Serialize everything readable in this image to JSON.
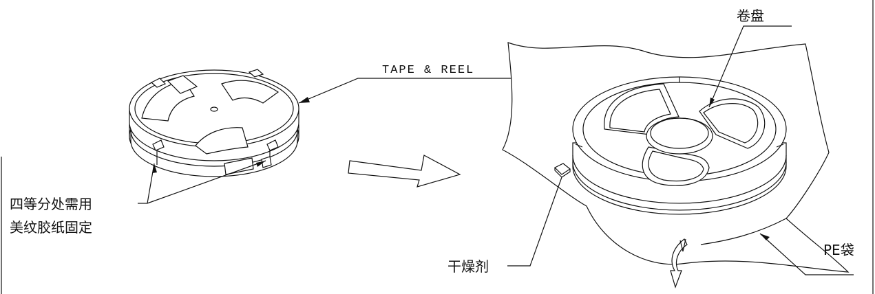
{
  "labels": {
    "tape_reel": "TAPE & REEL",
    "tape_note_line1": "四等分处需用",
    "tape_note_line2": "美纹胶纸固定",
    "reel": "卷盘",
    "desiccant": "干燥剂",
    "pe_bag": "PE袋"
  },
  "colors": {
    "line": "#111111",
    "background": "#ffffff"
  },
  "icons": [
    "process-arrow-icon",
    "fold-arrow-icon"
  ]
}
